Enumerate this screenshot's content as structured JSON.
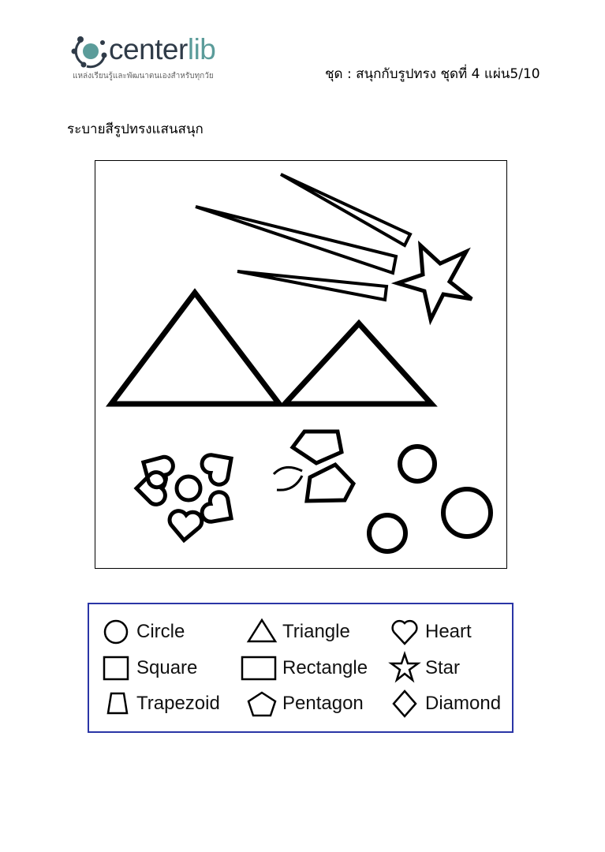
{
  "header": {
    "logo": {
      "name_main": "center",
      "name_accent": "lib",
      "tagline": "แหล่งเรียนรู้และพัฒนาตนเองสำหรับทุกวัย",
      "accent_color": "#5b9c9a"
    },
    "set_title": "ชุด : สนุกกับรูปทรง  ชุดที่ 4 แผ่น5/10"
  },
  "instruction": "ระบายสีรูปทรงแสนสนุก",
  "legend": {
    "border_color": "#2a35a6",
    "items": [
      {
        "icon": "circle-icon",
        "label": "Circle"
      },
      {
        "icon": "triangle-icon",
        "label": "Triangle"
      },
      {
        "icon": "heart-icon",
        "label": "Heart"
      },
      {
        "icon": "square-icon",
        "label": "Square"
      },
      {
        "icon": "rectangle-icon",
        "label": "Rectangle"
      },
      {
        "icon": "star-icon",
        "label": "Star"
      },
      {
        "icon": "trapezoid-icon",
        "label": "Trapezoid"
      },
      {
        "icon": "pentagon-icon",
        "label": "Pentagon"
      },
      {
        "icon": "diamond-icon",
        "label": "Diamond"
      }
    ]
  }
}
